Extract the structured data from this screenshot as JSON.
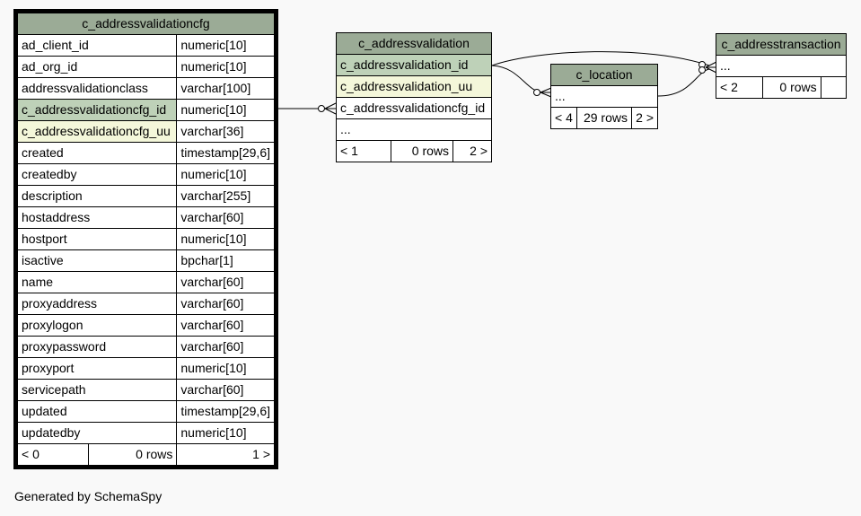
{
  "main_table": {
    "name": "c_addressvalidationcfg",
    "columns": [
      {
        "name": "ad_client_id",
        "type": "numeric[10]",
        "role": ""
      },
      {
        "name": "ad_org_id",
        "type": "numeric[10]",
        "role": ""
      },
      {
        "name": "addressvalidationclass",
        "type": "varchar[100]",
        "role": ""
      },
      {
        "name": "c_addressvalidationcfg_id",
        "type": "numeric[10]",
        "role": "pk"
      },
      {
        "name": "c_addressvalidationcfg_uu",
        "type": "varchar[36]",
        "role": "uq"
      },
      {
        "name": "created",
        "type": "timestamp[29,6]",
        "role": ""
      },
      {
        "name": "createdby",
        "type": "numeric[10]",
        "role": ""
      },
      {
        "name": "description",
        "type": "varchar[255]",
        "role": ""
      },
      {
        "name": "hostaddress",
        "type": "varchar[60]",
        "role": ""
      },
      {
        "name": "hostport",
        "type": "numeric[10]",
        "role": ""
      },
      {
        "name": "isactive",
        "type": "bpchar[1]",
        "role": ""
      },
      {
        "name": "name",
        "type": "varchar[60]",
        "role": ""
      },
      {
        "name": "proxyaddress",
        "type": "varchar[60]",
        "role": ""
      },
      {
        "name": "proxylogon",
        "type": "varchar[60]",
        "role": ""
      },
      {
        "name": "proxypassword",
        "type": "varchar[60]",
        "role": ""
      },
      {
        "name": "proxyport",
        "type": "numeric[10]",
        "role": ""
      },
      {
        "name": "servicepath",
        "type": "varchar[60]",
        "role": ""
      },
      {
        "name": "updated",
        "type": "timestamp[29,6]",
        "role": ""
      },
      {
        "name": "updatedby",
        "type": "numeric[10]",
        "role": ""
      }
    ],
    "footer": {
      "parents": "< 0",
      "rows": "0 rows",
      "children": "1 >"
    }
  },
  "validation_table": {
    "name": "c_addressvalidation",
    "rows": [
      {
        "text": "c_addressvalidation_id",
        "role": "pk"
      },
      {
        "text": "c_addressvalidation_uu",
        "role": "uq"
      },
      {
        "text": "c_addressvalidationcfg_id",
        "role": ""
      },
      {
        "text": "...",
        "role": ""
      }
    ],
    "footer": {
      "parents": "< 1",
      "rows": "0 rows",
      "children": "2 >"
    }
  },
  "location_table": {
    "name": "c_location",
    "rows": [
      {
        "text": "...",
        "role": ""
      }
    ],
    "footer": {
      "parents": "< 4",
      "rows": "29 rows",
      "children": "2 >"
    }
  },
  "transaction_table": {
    "name": "c_addresstransaction",
    "rows": [
      {
        "text": "...",
        "role": ""
      }
    ],
    "footer": {
      "parents": "< 2",
      "rows": "0 rows",
      "children": ""
    }
  },
  "footer_text": "Generated by SchemaSpy"
}
